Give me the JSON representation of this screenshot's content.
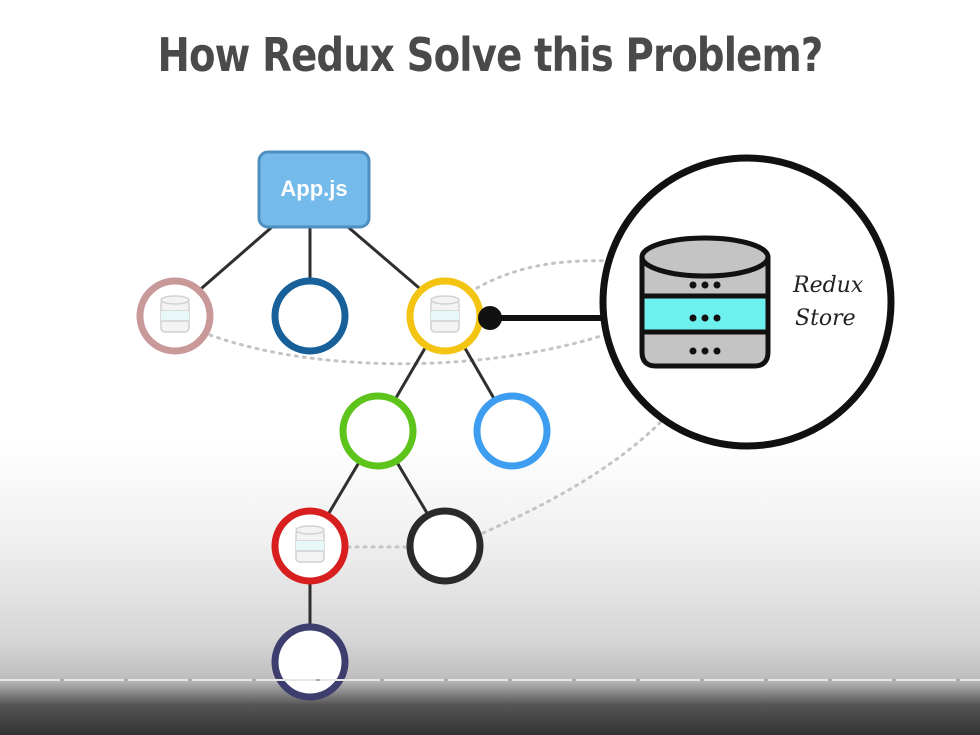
{
  "title": "How Redux Solve this Problem?",
  "root_label": "App.js",
  "store_label_line1": "Redux",
  "store_label_line2": "Store",
  "colors": {
    "title": "#4a4a4a",
    "root_fill": "#74baea",
    "root_border": "#4e8fbf",
    "node_pink": "#c9999a",
    "node_darkblue": "#17609a",
    "node_yellow": "#f3c412",
    "node_green": "#5cc41a",
    "node_lightblue": "#3d9df0",
    "node_red": "#d71f1f",
    "node_black": "#2a2a2a",
    "node_navy": "#3e3e6e",
    "store_highlight": "#6ef0ee",
    "store_body": "#c4c4c4"
  },
  "icons": [
    "database-icon",
    "redux-store-database-icon"
  ]
}
